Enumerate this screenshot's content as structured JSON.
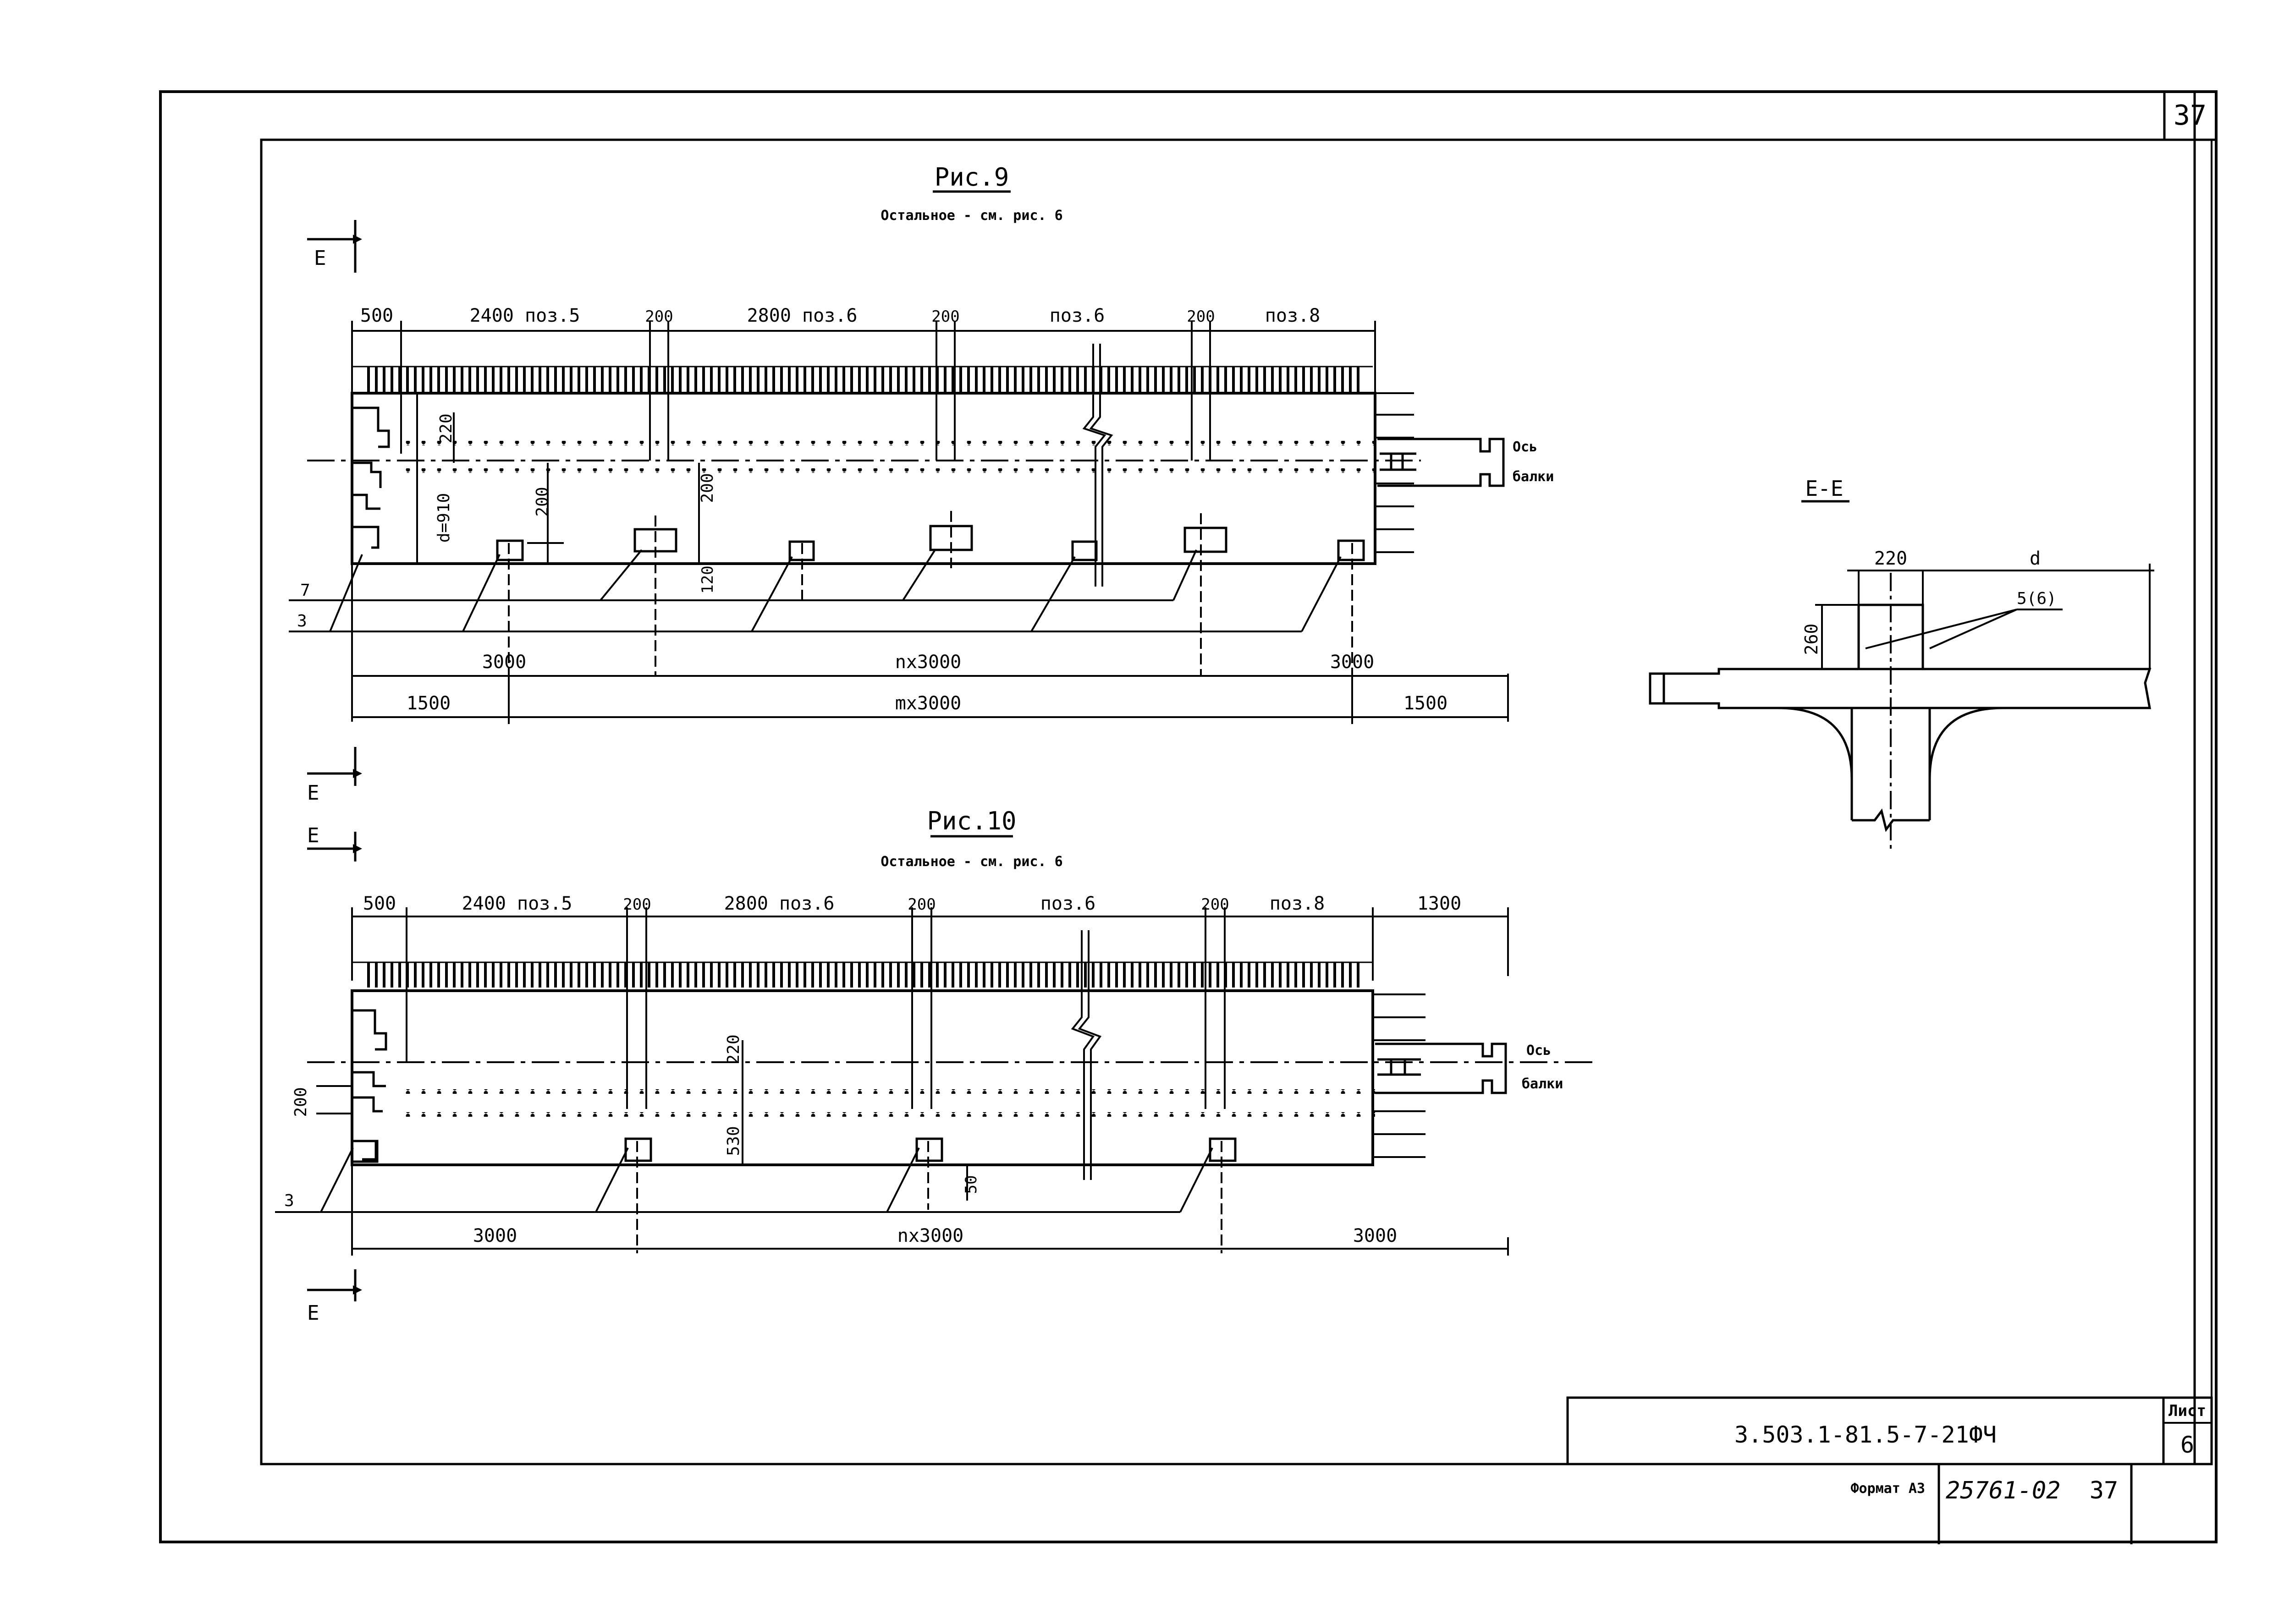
{
  "sheet": {
    "corner_page": "37",
    "title_block": {
      "code": "3.503.1-81.5-7-21ФЧ",
      "list_label": "Лист",
      "list_number": "6",
      "format_label": "Формат А3",
      "inventory_number": "25761-02",
      "page_number": "37"
    }
  },
  "fig9": {
    "title": "Рис.9",
    "note": "Остальное - см. рис. 6",
    "section_mark": "Е",
    "top_dims": [
      "500",
      "2400 поз.5",
      "200",
      "2800 поз.6",
      "200",
      "поз.6",
      "200",
      "поз.8"
    ],
    "side_dims": [
      "220",
      "d=910",
      "200",
      "200",
      "120"
    ],
    "callouts": [
      "7",
      "3"
    ],
    "axis_label_1": "Ось",
    "axis_label_2": "балки",
    "bottom_dims_row1": [
      "3000",
      "nx3000",
      "3000"
    ],
    "bottom_dims_row2": [
      "1500",
      "mx3000",
      "1500"
    ]
  },
  "fig10": {
    "title": "Рис.10",
    "note": "Остальное - см. рис. 6",
    "section_mark": "Е",
    "top_dims": [
      "500",
      "2400 поз.5",
      "200",
      "2800 поз.6",
      "200",
      "поз.6",
      "200",
      "поз.8",
      "1300"
    ],
    "side_dims": [
      "220",
      "200",
      "530",
      "50"
    ],
    "callouts": [
      "3"
    ],
    "axis_label_1": "Ось",
    "axis_label_2": "балки",
    "bottom_dims": [
      "3000",
      "nx3000",
      "3000"
    ]
  },
  "section_ee": {
    "title": "Е-Е",
    "dims": [
      "220",
      "d",
      "260"
    ],
    "callout": "5(6)"
  }
}
